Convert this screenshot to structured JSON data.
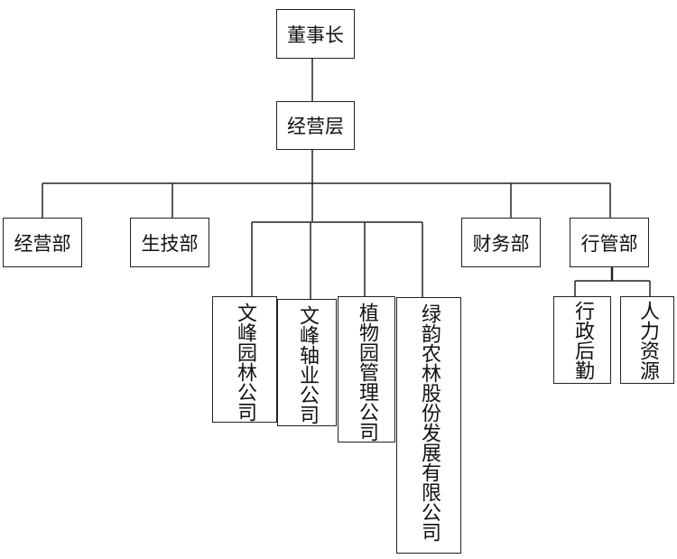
{
  "title": "组织架构图",
  "nodes": {
    "chairman": "董事长",
    "management": "经营层",
    "dept_operations": "经营部",
    "dept_production_tech": "生技部",
    "dept_finance": "财务部",
    "dept_admin": "行管部",
    "sub_wenfeng_garden": "文峰园林公司",
    "sub_wenfeng_bearing": "文峰轴业公司",
    "sub_botanical_garden": "植物园管理公司",
    "sub_lvyun_agri": "绿韵农林股份发展有限公司",
    "admin_logistics": "行政后勤",
    "human_resources": "人力资源"
  }
}
